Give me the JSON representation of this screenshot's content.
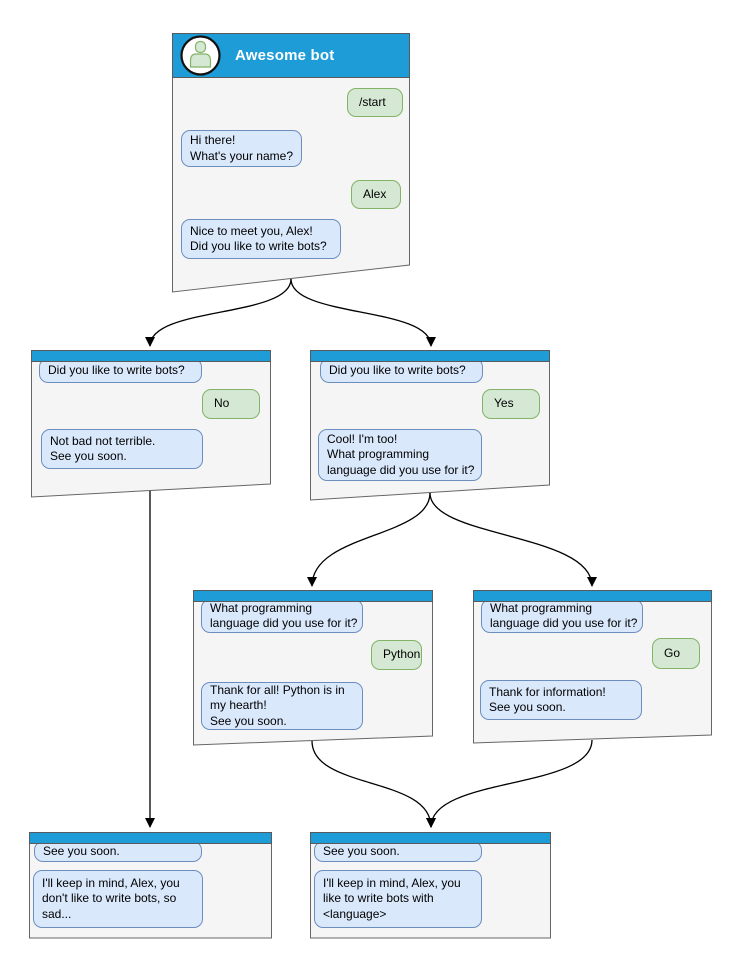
{
  "colors": {
    "header_blue": "#1e9cd8",
    "window_fill": "#f5f5f5",
    "window_border": "#666666",
    "bot_bubble_fill": "#dae8fc",
    "bot_bubble_border": "#6c8ebf",
    "user_bubble_fill": "#d5e8d4",
    "user_bubble_border": "#82b366",
    "connector_color": "#000000"
  },
  "windows": [
    {
      "id": "main",
      "title": "Awesome bot",
      "messages": [
        {
          "side": "user",
          "text": "/start"
        },
        {
          "side": "bot",
          "text": "Hi there!\nWhat's your name?"
        },
        {
          "side": "user",
          "text": "Alex"
        },
        {
          "side": "bot",
          "text": "Nice to meet you, Alex!\nDid you like to write bots?"
        }
      ]
    },
    {
      "id": "branch-no",
      "messages": [
        {
          "side": "bot",
          "text": "Did you like to write bots?"
        },
        {
          "side": "user",
          "text": "No"
        },
        {
          "side": "bot",
          "text": "Not bad not terrible.\nSee you soon."
        }
      ]
    },
    {
      "id": "branch-yes",
      "messages": [
        {
          "side": "bot",
          "text": "Did you like to write bots?"
        },
        {
          "side": "user",
          "text": "Yes"
        },
        {
          "side": "bot",
          "text": "Cool! I'm too!\nWhat programming\nlanguage did you use for it?"
        }
      ]
    },
    {
      "id": "lang-python",
      "messages": [
        {
          "side": "bot",
          "text": "What programming\nlanguage did you use for it?"
        },
        {
          "side": "user",
          "text": "Python"
        },
        {
          "side": "bot",
          "text": "Thank for all! Python is in\nmy hearth!\nSee you soon."
        }
      ]
    },
    {
      "id": "lang-go",
      "messages": [
        {
          "side": "bot",
          "text": "What programming\nlanguage did you use for it?"
        },
        {
          "side": "user",
          "text": "Go"
        },
        {
          "side": "bot",
          "text": "Thank for information!\nSee you soon."
        }
      ]
    },
    {
      "id": "end-no",
      "messages": [
        {
          "side": "bot",
          "text": "See you soon."
        },
        {
          "side": "bot",
          "text": "I'll keep in mind, Alex, you\ndon't like to write bots, so\nsad..."
        }
      ]
    },
    {
      "id": "end-yes",
      "messages": [
        {
          "side": "bot",
          "text": "See you soon."
        },
        {
          "side": "bot",
          "text": "I'll keep in mind, Alex, you\nlike to write bots with\n<language>"
        }
      ]
    }
  ],
  "edges": [
    {
      "from": "main",
      "to": "branch-no"
    },
    {
      "from": "main",
      "to": "branch-yes"
    },
    {
      "from": "branch-yes",
      "to": "lang-python"
    },
    {
      "from": "branch-yes",
      "to": "lang-go"
    },
    {
      "from": "branch-no",
      "to": "end-no"
    },
    {
      "from": "lang-python",
      "to": "end-yes"
    },
    {
      "from": "lang-go",
      "to": "end-yes"
    }
  ]
}
